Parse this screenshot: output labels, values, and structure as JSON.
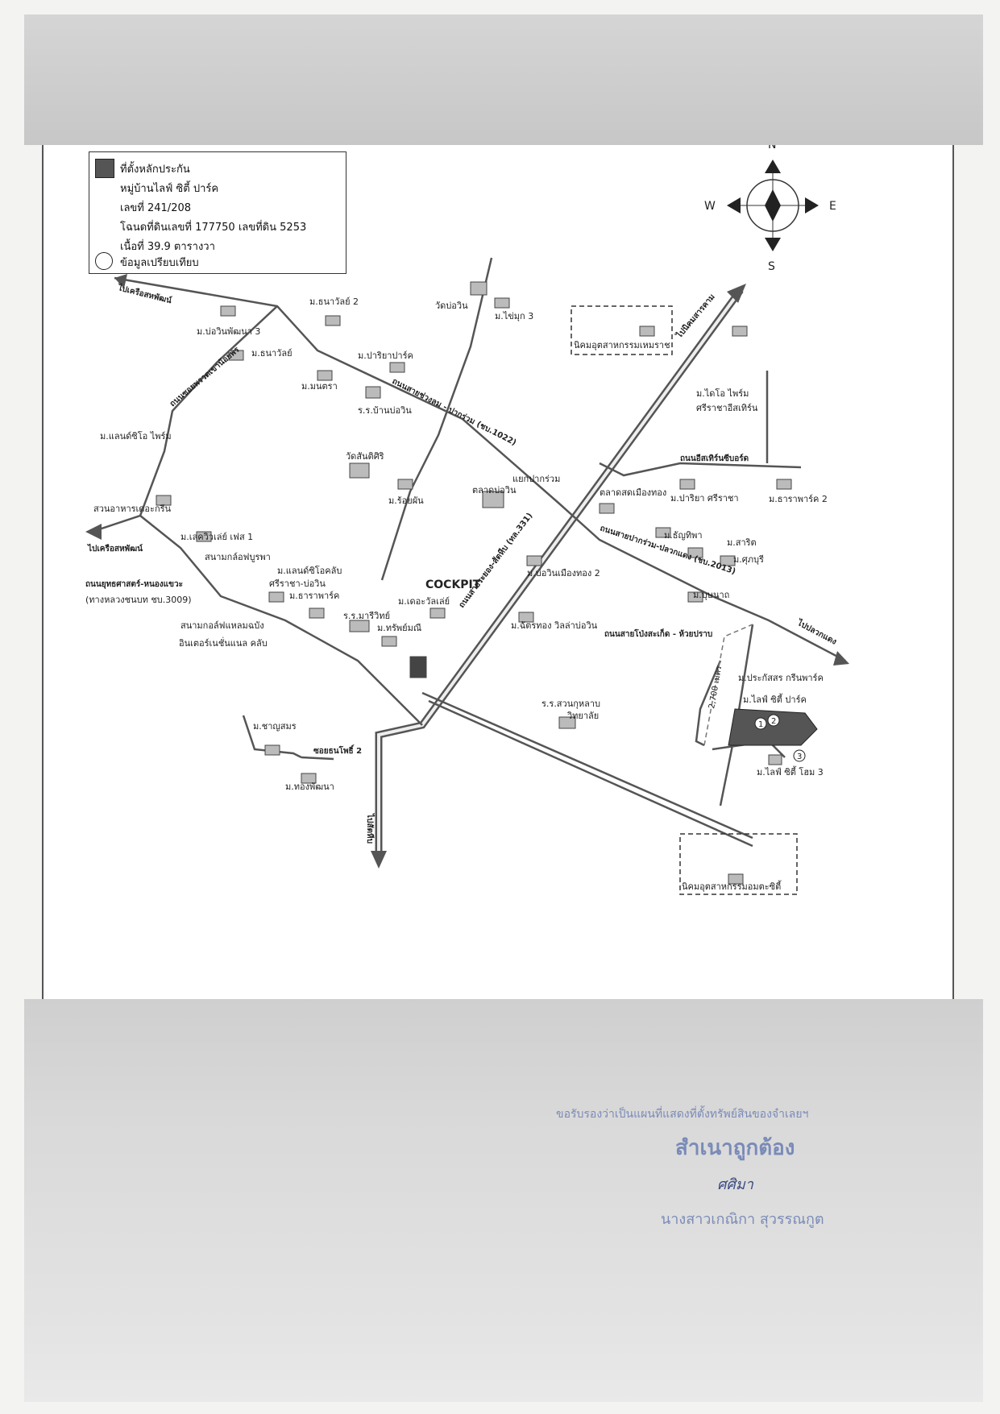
{
  "legend": {
    "collateral_title": "ที่ตั้งหลักประกัน",
    "project": "หมู่บ้านไลฟ์ ซิตี้ ปาร์ค",
    "house_no": "เลขที่ 241/208",
    "deed": "โฉนดที่ดินเลขที่ 177750 เลขที่ดิน 5253",
    "area": "เนื้อที่ 39.9 ตารางวา",
    "comparables": "ข้อมูลเปรียบเทียบ"
  },
  "compass": {
    "n": "N",
    "s": "S",
    "e": "E",
    "w": "W"
  },
  "map": {
    "labels": {
      "to_sattahip_port": "ไปเครือสหพัฒน์",
      "to_sattahip_port2": "ไปเครือสหพัฒน์",
      "bowin_pattana3": "ม.บ่อวินพัฒนา 3",
      "thanawan2": "ม.ธนาวัลย์ 2",
      "thanawan": "ม.ธนาวัลย์",
      "wat_bowin": "วัดบ่อวิน",
      "chaimook3": "ม.ไข่มุก 3",
      "industrial_hemaraj": "นิคมอุตสาหกรรมเหมราช",
      "to_sriracha": "ไปนิคมสารคาม",
      "pariya_park": "ม.ปาริยาปาร์ค",
      "montra": "ม.มนตรา",
      "school_banbowin": "ร.ร.บ้านบ่อวิน",
      "road_1022": "ถนนสายช่วงลม - ปากร่วม (ชบ.1022)",
      "kaoseng_road": "ถนนซอยพรวดเขาน้อยพร",
      "landsio": "ม.แลนด์ซิโอ ไพร์ม",
      "wat_sansiri": "วัดสันติศิริ",
      "roipan": "ม.ร้อยผัน",
      "daikyo": "ม.ไดโอ ไพร์ม",
      "sriracha_estate": "ศรีราชาอีสเทิร์น",
      "eastern_road": "ถนนอีสเทิร์นซีบอร์ด",
      "pakruam_junction": "แยกปากร่วม",
      "bowin_market": "ตลาดบ่อวิน",
      "muangtong_market": "ตลาดสดเมืองทอง",
      "pariya_sriracha": "ม.ปาริยา ศรีราชา",
      "thara_park2": "ม.ธาราพาร์ค 2",
      "restaurant": "สวนอาหารเดอะกรีน",
      "lakeside_ph1": "ม.เลควิวเล่ย์ เฟส 1",
      "golf_phupratha": "สนามกล์อฟบูรพา",
      "landsio_club": "ม.แลนด์ซิโอคลับ",
      "sriracha_bowin": "ศรีราชา-บ่อวิน",
      "yuttasart_road": "ถนนยุทธศาสตร์-หนองแขวะ",
      "yuttasart_road2": "(ทางหลวงชนบท ชบ.3009)",
      "thara_park": "ม.ธาราพาร์ค",
      "golf_laemchabang": "สนามกอล์ฟแหลมฉบัง",
      "golf_laemchabang2": "อินเตอร์เนชั่นแนล คลับ",
      "school_mariwit": "ร.ร.มารีวิทย์",
      "subjaroen": "ม.ทรัพย์มณี",
      "the_valley": "ม.เดอะวัลเล่ย์",
      "cockpit": "COCKPIT",
      "road_331": "ถนนสายระยอง-สัตหีบ (ทล.331)",
      "bowin_muangtong2": "ม.บ่อวินเมืองทอง 2",
      "chatrathong": "ม.ฉัตรทอง วิลล่าบ่อวิน",
      "thanyatip": "ม.ธัญทิพา",
      "sarit": "ม.สาริต",
      "supburi": "ม.ศุภบุรี",
      "pakruam_road": "ถนนสายปากร่วม-ปลวกแดง (ชบ.2013)",
      "bunnarot": "ม.บุษนาถ",
      "to_pluakdaeng": "ไปปลวกแดง",
      "pongsakern_road": "ถนนสายโป่งสะเก็ด - ห้วยปราบ",
      "prakassorn": "ม.ประกัสสร กรีนพาร์ค",
      "life_city_park": "ม.ไลฟ์ ซิตี้ ปาร์ค",
      "distance": "2,700 เมตร",
      "school_suankulap": "ร.ร.สวนกุหลาบ",
      "school_suankulap2": "วิทยาลัย",
      "charoensamai": "ม.ชาญสมร",
      "soi_thanpo2": "ซอยธนโพธิ์ 2",
      "thongpattana": "ม.ทองพัฒนา",
      "to_sattahip": "ไปสัตหีบ",
      "life_city_home3": "ม.ไลฟ์ ซิตี้ โฮม 3",
      "industrial_amata": "นิคมอุตสาหกรรมอมตะซิตี้",
      "marker1": "1",
      "marker2": "2",
      "marker3": "3"
    }
  },
  "stamp": {
    "certify": "ขอรับรองว่าเป็นแผนที่แสดงที่ตั้งทรัพย์สินของจำเลยฯ",
    "copy": "สำเนาถูกต้อง",
    "signature": "ศศิมา",
    "name": "นางสาวเกณิกา สุวรรณกูต"
  }
}
